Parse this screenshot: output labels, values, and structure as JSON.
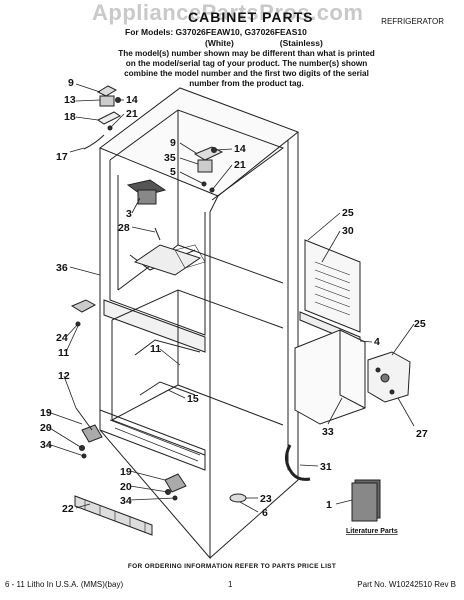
{
  "watermark": "AppliancePartsPros.com",
  "header": {
    "title": "CABINET PARTS",
    "category": "REFRIGERATOR",
    "models_line": "For Models: G37026FEAW10, G37026FEAS10",
    "variant_white": "(White)",
    "variant_stainless": "(Stainless)",
    "note": "The model(s) number shown may be different than what is printed on the model/serial tag of your product. The number(s) shown combine the model number and the first two digits of the serial number from the product tag."
  },
  "callouts": [
    "9",
    "14",
    "13",
    "18",
    "21",
    "17",
    "9",
    "14",
    "35",
    "5",
    "21",
    "3",
    "28",
    "25",
    "30",
    "36",
    "24",
    "11",
    "25",
    "4",
    "11",
    "15",
    "12",
    "19",
    "20",
    "34",
    "27",
    "33",
    "19",
    "20",
    "34",
    "31",
    "22",
    "23",
    "6",
    "1"
  ],
  "literature_label": "Literature Parts",
  "footer": {
    "order_note": "FOR ORDERING INFORMATION REFER TO PARTS PRICE LIST",
    "litho": "6 - 11 Litho In U.S.A. (MMS)(bay)",
    "page": "1",
    "part_no": "Part No. W10242510 Rev B"
  }
}
